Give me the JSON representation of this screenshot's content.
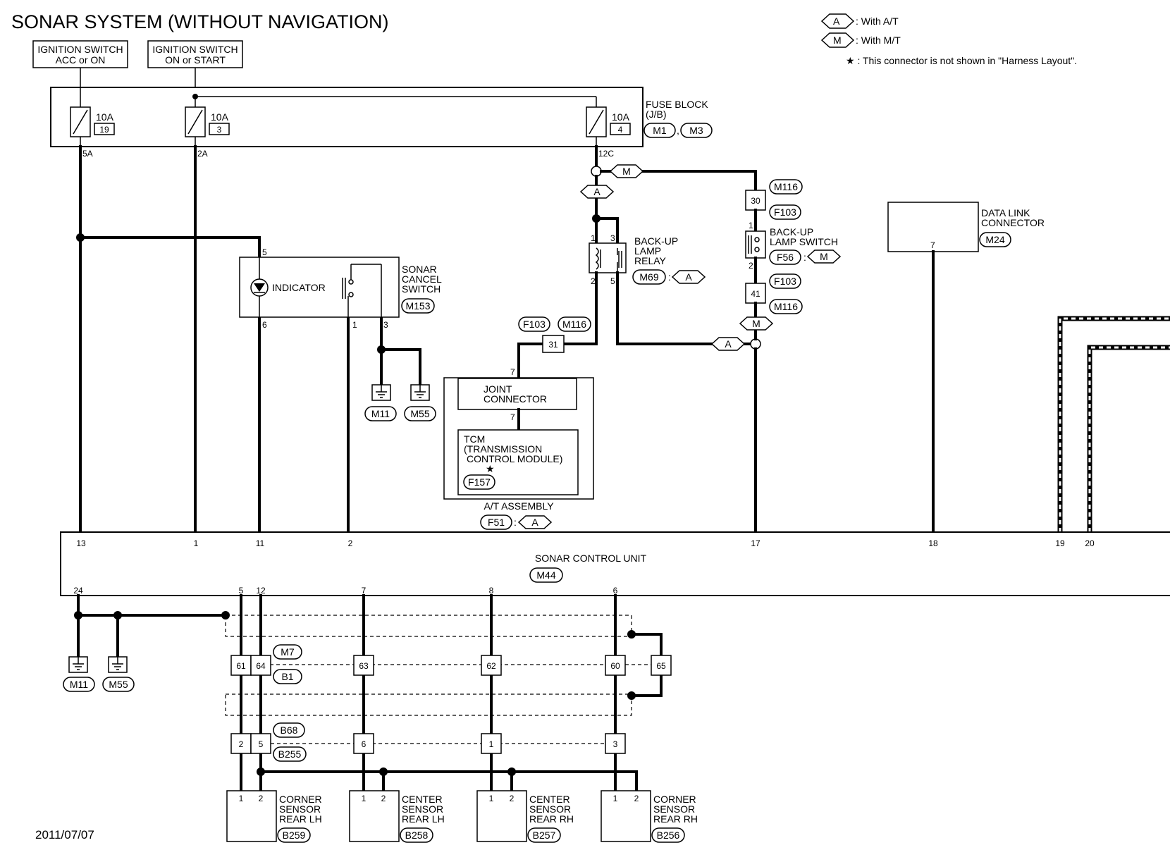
{
  "title": "SONAR SYSTEM (WITHOUT NAVIGATION)",
  "legend": {
    "at_code": "A",
    "at_text": ": With A/T",
    "mt_code": "M",
    "mt_text": ": With M/T",
    "star_text": "★ : This connector is not shown in \"Harness Layout\"."
  },
  "power": {
    "ign_acc_line1": "IGNITION SWITCH",
    "ign_acc_line2": "ACC or ON",
    "ign_on_line1": "IGNITION SWITCH",
    "ign_on_line2": "ON or START"
  },
  "fuse_block": {
    "label_line1": "FUSE BLOCK",
    "label_line2": "(J/B)",
    "conn1": "M1",
    "conn_sep": ",",
    "conn2": "M3",
    "fuses": [
      {
        "amp": "10A",
        "num": "19",
        "out": "5A"
      },
      {
        "amp": "10A",
        "num": "3",
        "out": "2A"
      },
      {
        "amp": "10A",
        "num": "4",
        "out": "12C"
      }
    ]
  },
  "sonar_cancel": {
    "indicator": "INDICATOR",
    "label_line1": "SONAR",
    "label_line2": "CANCEL",
    "label_line3": "SWITCH",
    "conn": "M153",
    "pin5": "5",
    "pin6": "6",
    "pin1": "1",
    "pin3": "3",
    "ground1": "M11",
    "ground2": "M55"
  },
  "relay": {
    "label_line1": "BACK-UP",
    "label_line2": "LAMP",
    "label_line3": "RELAY",
    "conn": "M69",
    "cond": "A",
    "pin1": "1",
    "pin3": "3",
    "pin2": "2",
    "pin5": "5",
    "at_tag": "A"
  },
  "mt_tag_top": "M",
  "switch": {
    "label_line1": "BACK-UP",
    "label_line2": "LAMP SWITCH",
    "conn": "F56",
    "cond": "M",
    "conn_top_a": "M116",
    "pin_top": "30",
    "conn_top_b": "F103",
    "pin1": "1",
    "pin2": "2",
    "conn_bot_a": "F103",
    "pin_bot": "41",
    "conn_bot_b": "M116",
    "mt_tag": "M",
    "at_tag": "A"
  },
  "joint_wire": {
    "conn_a": "F103",
    "conn_b": "M116",
    "pin": "31"
  },
  "joint": {
    "label_line1": "JOINT",
    "label_line2": "CONNECTOR",
    "pin_in": "7",
    "pin_out": "7"
  },
  "tcm": {
    "line1": "TCM",
    "line2": "(TRANSMISSION",
    "line3": "CONTROL MODULE)",
    "star": "★",
    "conn": "F157"
  },
  "at_assembly": {
    "label": "A/T ASSEMBLY",
    "conn": "F51",
    "cond": "A"
  },
  "dlc": {
    "label_line1": "DATA LINK",
    "label_line2": "CONNECTOR",
    "conn": "M24",
    "pin": "7"
  },
  "control_unit": {
    "label": "SONAR CONTROL UNIT",
    "conn": "M44",
    "top_pins": [
      "13",
      "1",
      "11",
      "2",
      "17",
      "18",
      "19",
      "20"
    ],
    "bottom_pins": [
      "24",
      "5",
      "12",
      "7",
      "8",
      "6"
    ]
  },
  "bottom_grounds": {
    "g1": "M11",
    "g2": "M55"
  },
  "harness1": {
    "conn_a": "M7",
    "conn_b": "B1",
    "pins": [
      "61",
      "64",
      "63",
      "62",
      "60",
      "65"
    ]
  },
  "harness2": {
    "conn_a": "B68",
    "conn_b": "B255",
    "pins": [
      "2",
      "5",
      "6",
      "1",
      "3"
    ]
  },
  "sensors": [
    {
      "line1": "CORNER",
      "line2": "SENSOR",
      "line3": "REAR LH",
      "conn": "B259",
      "p1": "1",
      "p2": "2"
    },
    {
      "line1": "CENTER",
      "line2": "SENSOR",
      "line3": "REAR LH",
      "conn": "B258",
      "p1": "1",
      "p2": "2"
    },
    {
      "line1": "CENTER",
      "line2": "SENSOR",
      "line3": "REAR RH",
      "conn": "B257",
      "p1": "1",
      "p2": "2"
    },
    {
      "line1": "CORNER",
      "line2": "SENSOR",
      "line3": "REAR RH",
      "conn": "B256",
      "p1": "1",
      "p2": "2"
    }
  ],
  "date": "2011/07/07"
}
